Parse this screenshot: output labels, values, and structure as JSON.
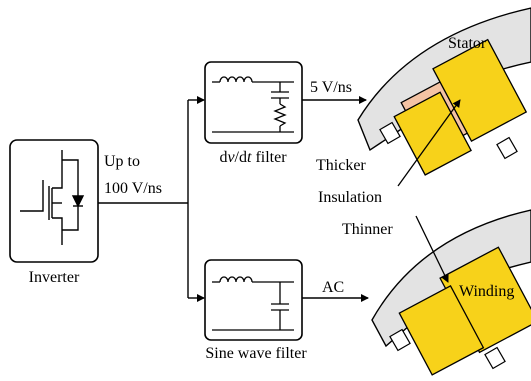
{
  "labels": {
    "inverter": "Inverter",
    "up_to_line1": "Up to",
    "up_to_line2": "100 V/ns",
    "dvdt_filter_prefix": "d",
    "dvdt_filter_v": "v",
    "dvdt_filter_mid": "/d",
    "dvdt_filter_t": "t",
    "dvdt_filter_suffix": " filter",
    "five_v_ns": "5 V/ns",
    "sine_wave_filter": "Sine wave filter",
    "ac": "AC",
    "stator": "Stator",
    "thicker": "Thicker",
    "insulation": "Insulation",
    "thinner": "Thinner",
    "winding": "Winding"
  },
  "colors": {
    "stator_fill": "#e3e3e3",
    "winding_fill": "#f7d21a",
    "insulation_fill": "#f4c3a4",
    "stroke": "#000000"
  }
}
